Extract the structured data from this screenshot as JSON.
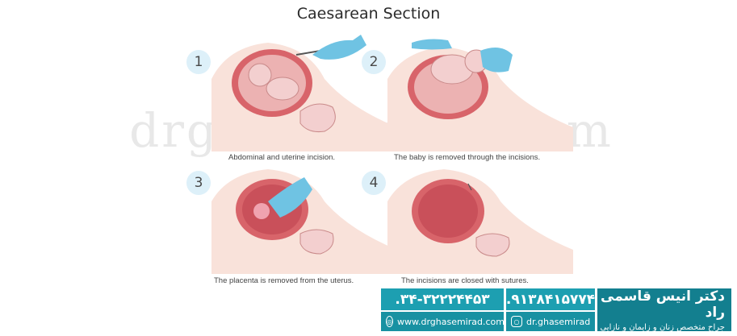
{
  "title": "Caesarean Section",
  "watermark": "drghasemirad.com",
  "steps": [
    {
      "number": "1",
      "caption": "Abdominal and uterine incision."
    },
    {
      "number": "2",
      "caption": "The baby is removed through the incisions."
    },
    {
      "number": "3",
      "caption": "The placenta is removed from the uterus."
    },
    {
      "number": "4",
      "caption": "The incisions are closed with sutures."
    }
  ],
  "contact": {
    "phone_office": ".۳۴-۳۲۲۲۴۴۵۳",
    "phone_mobile": ".۹۱۳۸۴۱۵۷۷۴",
    "website": "www.drghasemirad.com",
    "instagram": "dr.ghasemirad",
    "doctor_name": "دکتر انیس قاسمی راد",
    "specialty": "جراح متخصص زنان و زایمان و نازایی"
  },
  "colors": {
    "skin": "#f6d3c8",
    "uterus": "#d8646a",
    "baby": "#f1c4c4",
    "glove": "#6fc3e3",
    "badge": "#ddf0f9",
    "banner": "#1d9fb1",
    "banner_dark": "#137f8f"
  }
}
